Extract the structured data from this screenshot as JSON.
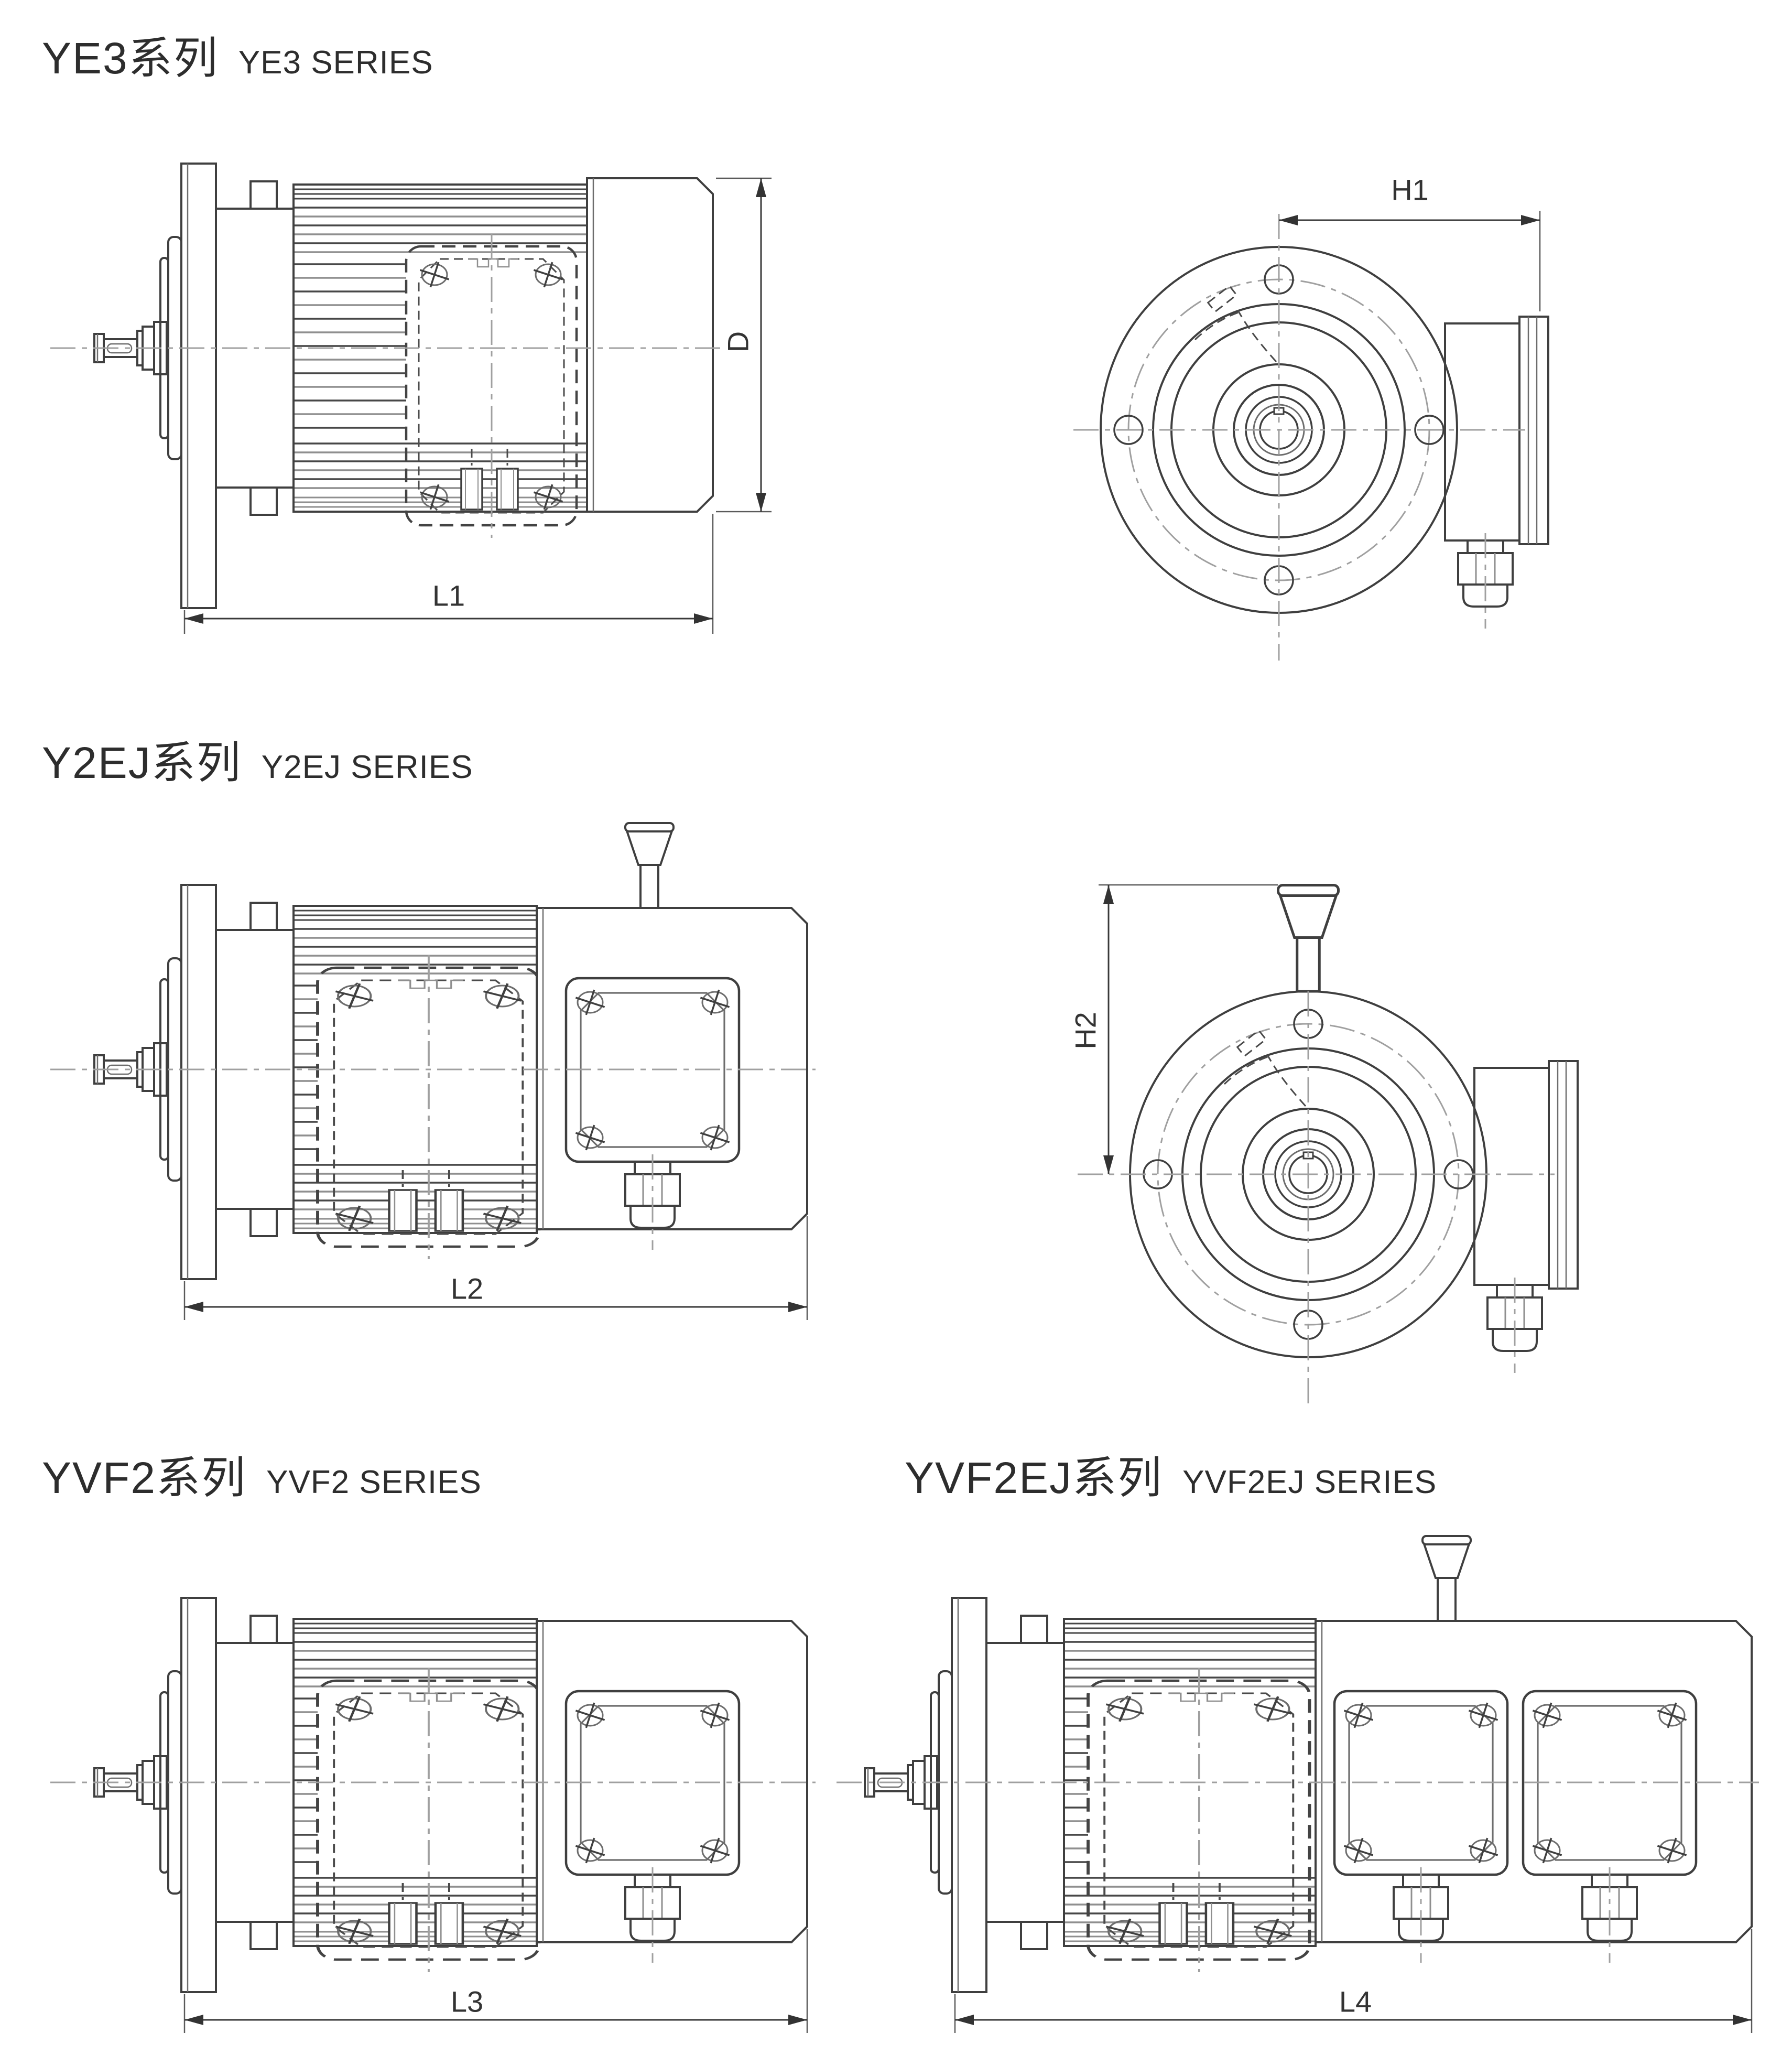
{
  "page": {
    "background": "#ffffff",
    "line_color": "#3f3f3f"
  },
  "sections": [
    {
      "id": "ye3",
      "title_cn": "YE3系列",
      "title_en": "YE3 SERIES",
      "side_view": {
        "dim_length": "L1",
        "dim_diameter": "D"
      },
      "front_view": {
        "dim_height": "H1"
      }
    },
    {
      "id": "y2ej",
      "title_cn": "Y2EJ系列",
      "title_en": "Y2EJ SERIES",
      "side_view": {
        "dim_length": "L2"
      },
      "front_view": {
        "dim_height": "H2"
      }
    },
    {
      "id": "yvf2",
      "title_cn": "YVF2系列",
      "title_en": "YVF2 SERIES",
      "side_view": {
        "dim_length": "L3"
      }
    },
    {
      "id": "yvf2ej",
      "title_cn": "YVF2EJ系列",
      "title_en": "YVF2EJ SERIES",
      "side_view": {
        "dim_length": "L4"
      }
    }
  ]
}
